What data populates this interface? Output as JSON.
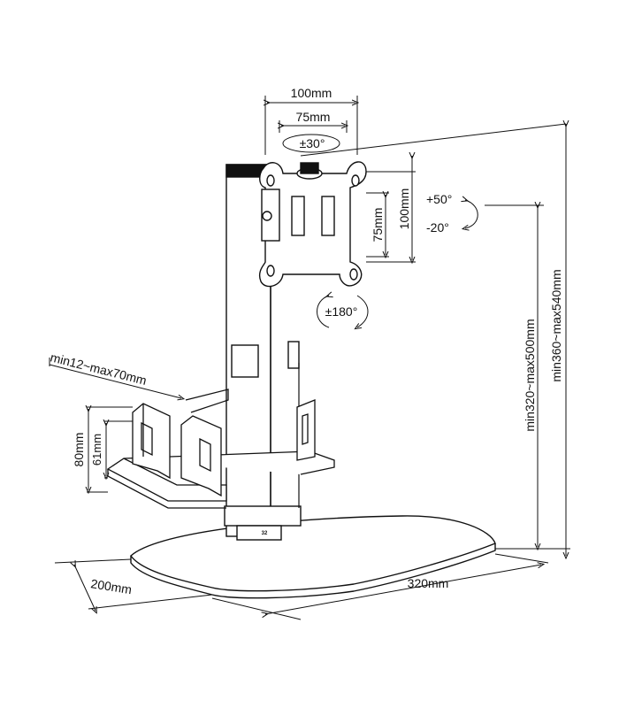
{
  "dimensions": {
    "vesa_100": "100mm",
    "vesa_75_h": "75mm",
    "vesa_75_v": "75mm",
    "vesa_100_v": "100mm",
    "rotate": "±30°",
    "tilt_up": "+50°",
    "tilt_down": "-20°",
    "pivot": "±180°",
    "height_min_max_a": "min320~max500mm",
    "height_min_max_b": "min360~max540mm",
    "holder_width": "min12~max70mm",
    "holder_80": "80mm",
    "holder_61": "61mm",
    "base_depth": "200mm",
    "base_width": "320mm",
    "pole_mark": "32"
  }
}
